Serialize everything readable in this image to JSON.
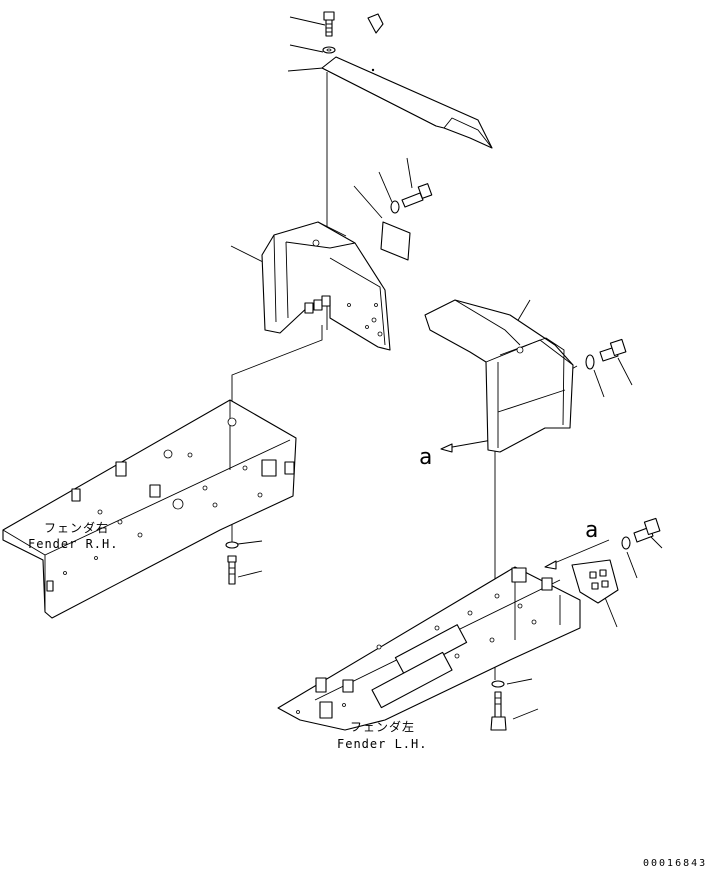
{
  "labels": {
    "fender_rh_jp": "フェンダ右",
    "fender_rh_en": "Fender R.H.",
    "fender_lh_jp": "フェンダ左",
    "fender_lh_en": "Fender L.H."
  },
  "markers": {
    "view_a_1": "a",
    "view_a_2": "a"
  },
  "drawing_number": "00016843"
}
